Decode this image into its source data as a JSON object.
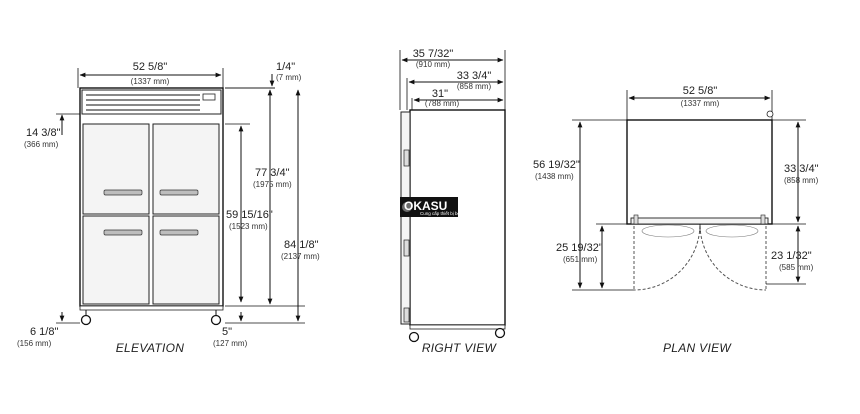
{
  "views": {
    "elevation": {
      "caption": "ELEVATION",
      "width_in": "52 5/8\"",
      "width_mm": "(1337 mm)",
      "top_in": "1/4\"",
      "top_mm": "(7 mm)",
      "grille_in": "14 3/8\"",
      "grille_mm": "(366 mm)",
      "door_in": "77 3/4\"",
      "door_mm": "(1975 mm)",
      "opening_in": "59 15/16\"",
      "opening_mm": "(1523 mm)",
      "height_in": "84 1/8\"",
      "height_mm": "(2137 mm)",
      "caster_in": "6 1/8\"",
      "caster_mm": "(156 mm)",
      "bottom_in": "5\"",
      "bottom_mm": "(127 mm)"
    },
    "right": {
      "caption": "RIGHT VIEW",
      "overall_in": "35 7/32\"",
      "overall_mm": "(910 mm)",
      "depth_in": "33 3/4\"",
      "depth_mm": "(858 mm)",
      "body_in": "31\"",
      "body_mm": "(788 mm)",
      "logo": "OKASU",
      "logo_sub": "Cung cấp thiết bị bếp"
    },
    "plan": {
      "caption": "PLAN VIEW",
      "width_in": "52 5/8\"",
      "width_mm": "(1337 mm)",
      "total_in": "56 19/32\"",
      "total_mm": "(1438 mm)",
      "depth_in": "33 3/4\"",
      "depth_mm": "(858 mm)",
      "swing_left_in": "25 19/32\"",
      "swing_left_mm": "(651 mm)",
      "swing_right_in": "23 1/32\"",
      "swing_right_mm": "(585 mm)"
    }
  }
}
